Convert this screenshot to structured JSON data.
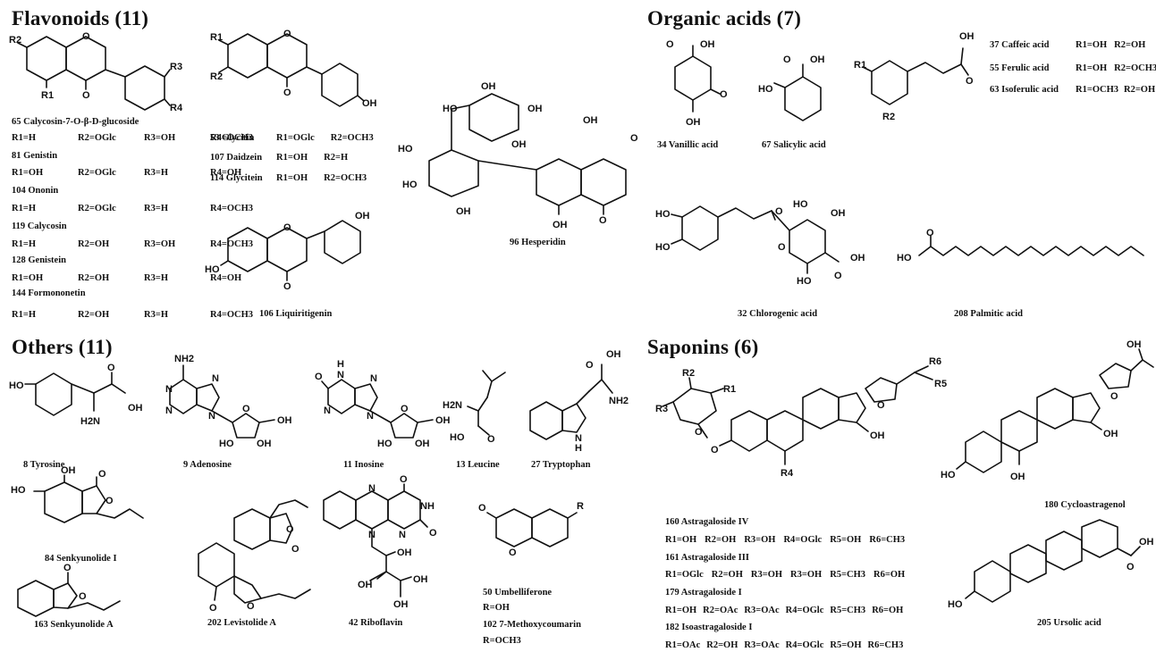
{
  "sections": {
    "flavonoids": "Flavonoids (11)",
    "organic_acids": "Organic acids (7)",
    "others": "Others (11)",
    "saponins": "Saponins (6)"
  },
  "flavonoids": {
    "left_list": [
      {
        "name": "65 Calycosin-7-O-β-D-glucoside",
        "subs": [
          "R1=H",
          "R2=OGlc",
          "R3=OH",
          "R4=OCH3"
        ]
      },
      {
        "name": "81 Genistin",
        "subs": [
          "R1=OH",
          "R2=OGlc",
          "R3=H",
          "R4=OH"
        ]
      },
      {
        "name": "104 Ononin",
        "subs": [
          "R1=H",
          "R2=OGlc",
          "R3=H",
          "R4=OCH3"
        ]
      },
      {
        "name": "119 Calycosin",
        "subs": [
          "R1=H",
          "R2=OH",
          "R3=OH",
          "R4=OCH3"
        ]
      },
      {
        "name": "128 Genistein",
        "subs": [
          "R1=OH",
          "R2=OH",
          "R3=H",
          "R4=OH"
        ]
      },
      {
        "name": "144 Formononetin",
        "subs": [
          "R1=H",
          "R2=OH",
          "R3=H",
          "R4=OCH3"
        ]
      }
    ],
    "isoflavone_list": [
      {
        "name": "53 Glycitin",
        "subs": [
          "R1=OGlc",
          "R2=OCH3"
        ]
      },
      {
        "name": "107 Daidzein",
        "subs": [
          "R1=OH",
          "R2=H"
        ]
      },
      {
        "name": "114 Glycitein",
        "subs": [
          "R1=OH",
          "R2=OCH3"
        ]
      }
    ],
    "liquiritigenin": "106 Liquiritigenin",
    "hesperidin": "96 Hesperidin"
  },
  "organic_acids": {
    "vanillic": "34 Vanillic acid",
    "salicylic": "67 Salicylic acid",
    "cinnamic_list": [
      {
        "name": "37 Caffeic acid",
        "subs": [
          "R1=OH",
          "R2=OH"
        ]
      },
      {
        "name": "55 Ferulic acid",
        "subs": [
          "R1=OH",
          "R2=OCH3"
        ]
      },
      {
        "name": "63 Isoferulic acid",
        "subs": [
          "R1=OCH3",
          "R2=OH"
        ]
      }
    ],
    "chlorogenic": "32 Chlorogenic acid",
    "palmitic": "208 Palmitic acid"
  },
  "others": {
    "tyrosine": "8 Tyrosine",
    "adenosine": "9 Adenosine",
    "inosine": "11 Inosine",
    "leucine": "13 Leucine",
    "tryptophan": "27 Tryptophan",
    "senkyunolide_i": "84 Senkyunolide I",
    "levistolide_a": "202 Levistolide A",
    "riboflavin": "42 Riboflavin",
    "senkyunolide_a": "163 Senkyunolide A",
    "coumarins": {
      "umbelliferone": "50 Umbelliferone",
      "umbelliferone_sub": "R=OH",
      "methoxycoumarin": "102 7-Methoxycoumarin",
      "methoxycoumarin_sub": "R=OCH3"
    }
  },
  "saponins": {
    "list": [
      {
        "name": "160 Astragaloside IV",
        "subs": [
          "R1=OH",
          "R2=OH",
          "R3=OH",
          "R4=OGlc",
          "R5=OH",
          "R6=CH3"
        ]
      },
      {
        "name": "161 Astragaloside III",
        "subs": [
          "R1=OGlc",
          "R2=OH",
          "R3=OH",
          "R3=OH",
          "R5=CH3",
          "R6=OH"
        ]
      },
      {
        "name": "179 Astragaloside I",
        "subs": [
          "R1=OH",
          "R2=OAc",
          "R3=OAc",
          "R4=OGlc",
          "R5=CH3",
          "R6=OH"
        ]
      },
      {
        "name": "182 Isoastragaloside I",
        "subs": [
          "R1=OAc",
          "R2=OH",
          "R3=OAc",
          "R4=OGlc",
          "R5=OH",
          "R6=CH3"
        ]
      }
    ],
    "cycloastragenol": "180 Cycloastragenol",
    "ursolic": "205 Ursolic acid"
  },
  "atoms": {
    "O": "O",
    "OH": "OH",
    "HO": "HO",
    "NH2": "NH2",
    "H2N": "H2N",
    "N": "N",
    "NH": "NH",
    "HN": "HN",
    "H": "H",
    "R": "R",
    "R1": "R1",
    "R2": "R2",
    "R3": "R3",
    "R4": "R4",
    "R5": "R5",
    "R6": "R6"
  }
}
